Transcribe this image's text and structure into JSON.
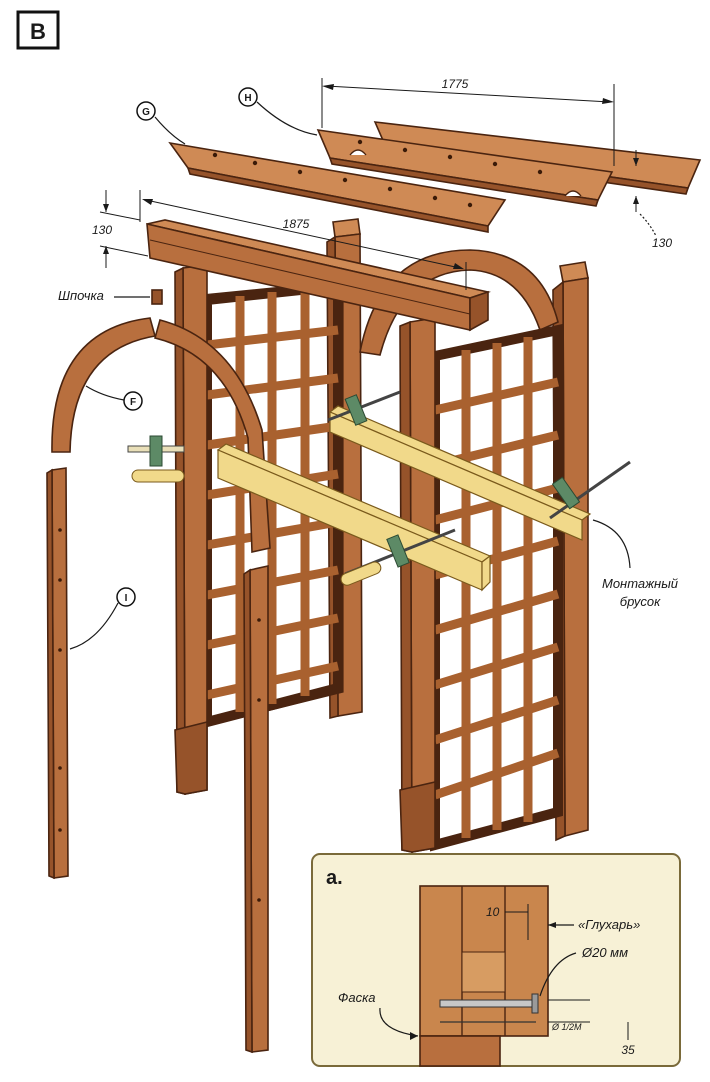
{
  "badge": "B",
  "callouts": {
    "g": "G",
    "h": "H",
    "f": "F",
    "i": "I"
  },
  "dimensions": {
    "top_length": "1775",
    "top_height": "130",
    "beam_length": "1875",
    "beam_height": "130"
  },
  "labels": {
    "key": "Шпочка",
    "mount_bar_line1": "Монтажный",
    "mount_bar_line2": "брусок"
  },
  "detail": {
    "title": "a.",
    "dim_10": "10",
    "screw": "«Глухарь»",
    "diameter": "Ø20 мм",
    "chamfer": "Фаска",
    "dim_35": "35",
    "scale": "Ø 1/2М"
  },
  "colors": {
    "wood": "#b86f3e",
    "pine": "#f1d98a",
    "inset_background": "#f7f1d6"
  }
}
